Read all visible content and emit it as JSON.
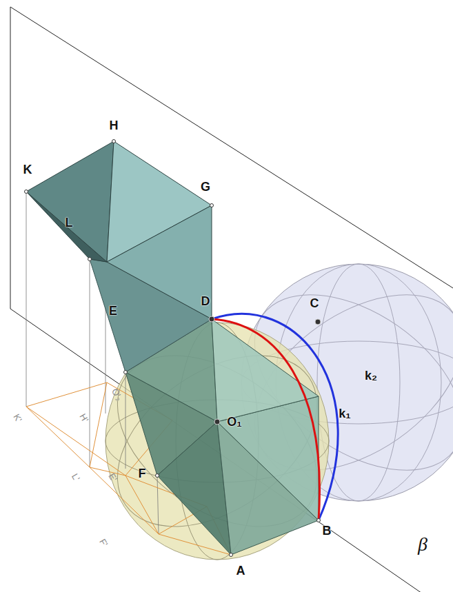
{
  "diagram": {
    "labels": [
      "H",
      "K",
      "G",
      "L",
      "D",
      "E",
      "C",
      "O₁",
      "k₂",
      "k₁",
      "F",
      "B",
      "A",
      "β",
      "K'",
      "H'",
      "O'₂",
      "L'",
      "E'",
      "F'"
    ]
  }
}
